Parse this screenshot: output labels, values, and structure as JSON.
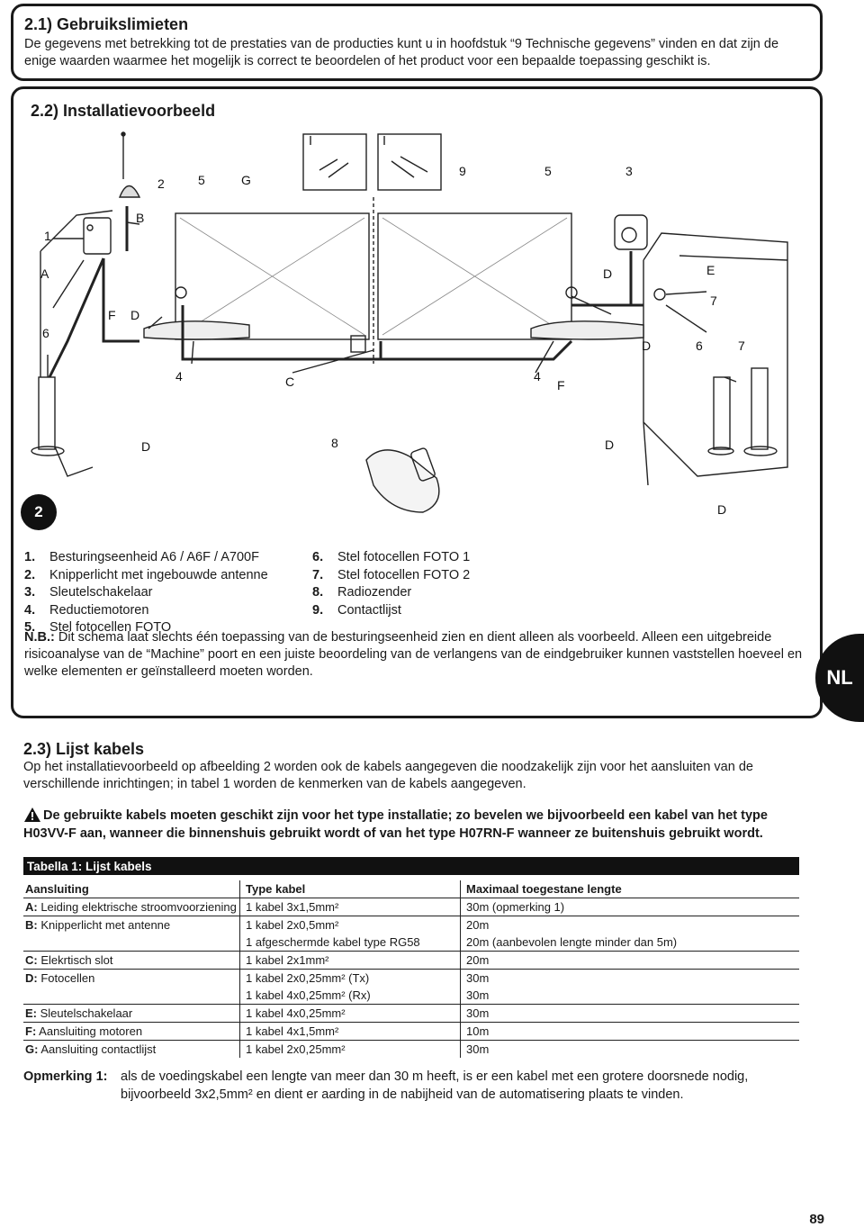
{
  "section1": {
    "title": "2.1) Gebruikslimieten",
    "text": "De gegevens met betrekking tot de prestaties van de producties kunt u in hoofdstuk “9 Technische gegevens” vinden en dat zijn de enige waarden waarmee het mogelijk is correct te beoordelen of het product voor een bepaalde toepassing geschikt is."
  },
  "section2": {
    "title": "2.2) Installatievoorbeeld",
    "figure_number": "2",
    "diagram_labels": {
      "n1": "1",
      "n2": "2",
      "n3": "3",
      "n4a": "4",
      "n4b": "4",
      "n5a": "5",
      "n5b": "5",
      "n6a": "6",
      "n6b": "6",
      "n7a": "7",
      "n7b": "7",
      "n8": "8",
      "n9": "9",
      "A": "A",
      "B": "B",
      "C": "C",
      "Da": "D",
      "Db": "D",
      "Dc": "D",
      "Dd": "D",
      "De": "D",
      "Df": "D",
      "E": "E",
      "Fa": "F",
      "Fb": "F",
      "G": "G"
    },
    "legend_left": [
      {
        "num": "1.",
        "text": "Besturingseenheid A6 / A6F / A700F"
      },
      {
        "num": "2.",
        "text": "Knipperlicht met ingebouwde antenne"
      },
      {
        "num": "3.",
        "text": "Sleutelschakelaar"
      },
      {
        "num": "4.",
        "text": "Reductiemotoren"
      },
      {
        "num": "5.",
        "text": "Stel fotocellen FOTO"
      }
    ],
    "legend_right": [
      {
        "num": "6.",
        "text": "Stel fotocellen FOTO 1"
      },
      {
        "num": "7.",
        "text": "Stel fotocellen FOTO 2"
      },
      {
        "num": "8.",
        "text": "Radiozender"
      },
      {
        "num": "9.",
        "text": "Contactlijst"
      }
    ],
    "nb_label": "N.B.:",
    "nb_text": " Dit schema laat slechts één toepassing van de besturingseenheid zien en dient alleen als voorbeeld. Alleen een uitgebreide risicoanalyse van de “Machine” poort en een juiste beoordeling van de verlangens van de eindgebruiker kunnen vaststellen hoeveel en welke elementen er geïnstalleerd moeten worden."
  },
  "lang_tab": "NL",
  "section3": {
    "title": "2.3) Lijst kabels",
    "text": "Op het installatievoorbeeld op afbeelding 2 worden ook de kabels aangegeven die noodzakelijk zijn voor het aansluiten van de verschillende inrichtingen; in tabel 1 worden de kenmerken van de kabels aangegeven.",
    "warning": "De gebruikte kabels moeten geschikt zijn voor het type installatie; zo bevelen we bijvoorbeeld een kabel van het type H03VV-F aan, wanneer die binnenshuis gebruikt wordt of van het type H07RN-F wanneer ze buitenshuis gebruikt wordt."
  },
  "table": {
    "title": "Tabella 1: Lijst kabels",
    "headers": [
      "Aansluiting",
      "Type kabel",
      "Maximaal toegestane lengte"
    ],
    "rows": [
      {
        "code": "A:",
        "name": " Leiding elektrische stroomvoorziening",
        "type": "1 kabel 3x1,5mm²",
        "length": "30m (opmerking 1)",
        "line": true
      },
      {
        "code": "B:",
        "name": " Knipperlicht met antenne",
        "type": "1 kabel 2x0,5mm²",
        "length": "20m",
        "line": true
      },
      {
        "code": "",
        "name": "",
        "type": "1 afgeschermde kabel type RG58",
        "length": "20m (aanbevolen lengte minder dan 5m)",
        "line": false
      },
      {
        "code": "C:",
        "name": " Elekrtisch slot",
        "type": "1 kabel 2x1mm²",
        "length": "20m",
        "line": true
      },
      {
        "code": "D:",
        "name": " Fotocellen",
        "type": "1 kabel 2x0,25mm² (Tx)",
        "length": "30m",
        "line": true
      },
      {
        "code": "",
        "name": "",
        "type": "1 kabel 4x0,25mm² (Rx)",
        "length": "30m",
        "line": false
      },
      {
        "code": "E:",
        "name": " Sleutelschakelaar",
        "type": "1 kabel 4x0,25mm²",
        "length": "30m",
        "line": true
      },
      {
        "code": "F:",
        "name": " Aansluiting motoren",
        "type": "1 kabel 4x1,5mm²",
        "length": "10m",
        "line": true
      },
      {
        "code": "G:",
        "name": " Aansluiting contactlijst",
        "type": "1 kabel 2x0,25mm²",
        "length": "30m",
        "line": true
      }
    ]
  },
  "note": {
    "label": "Opmerking 1:",
    "text": "als de voedingskabel een lengte van meer dan 30 m heeft, is er een kabel met een grotere doorsnede nodig, bijvoorbeeld 3x2,5mm² en dient er aarding in de nabijheid van de automatisering plaats te vinden."
  },
  "page_number": "89",
  "icons": [
    "warning-icon"
  ]
}
